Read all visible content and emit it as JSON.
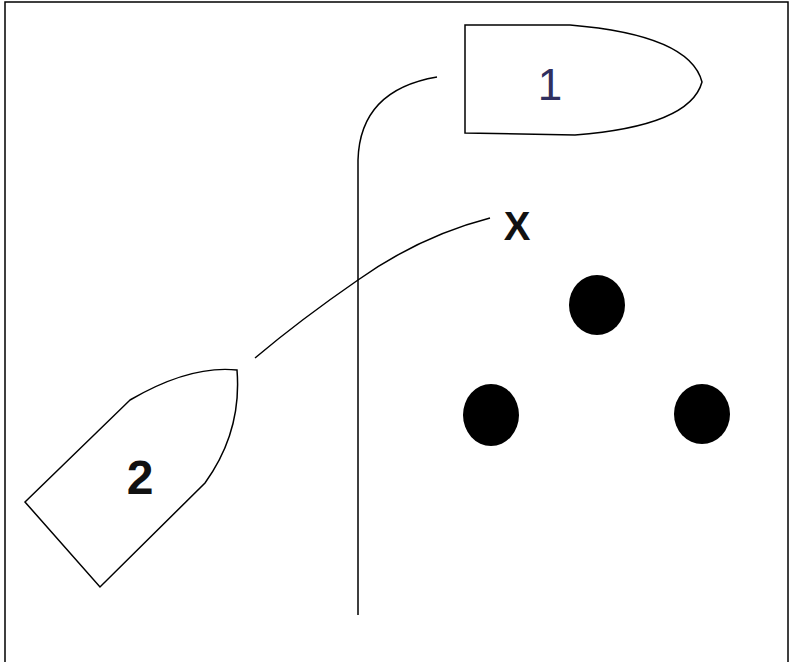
{
  "diagram": {
    "nodes": [
      {
        "text": [
          "1"
        ]
      },
      {
        "text": [
          "2"
        ]
      }
    ],
    "labels": [
      "X"
    ]
  }
}
